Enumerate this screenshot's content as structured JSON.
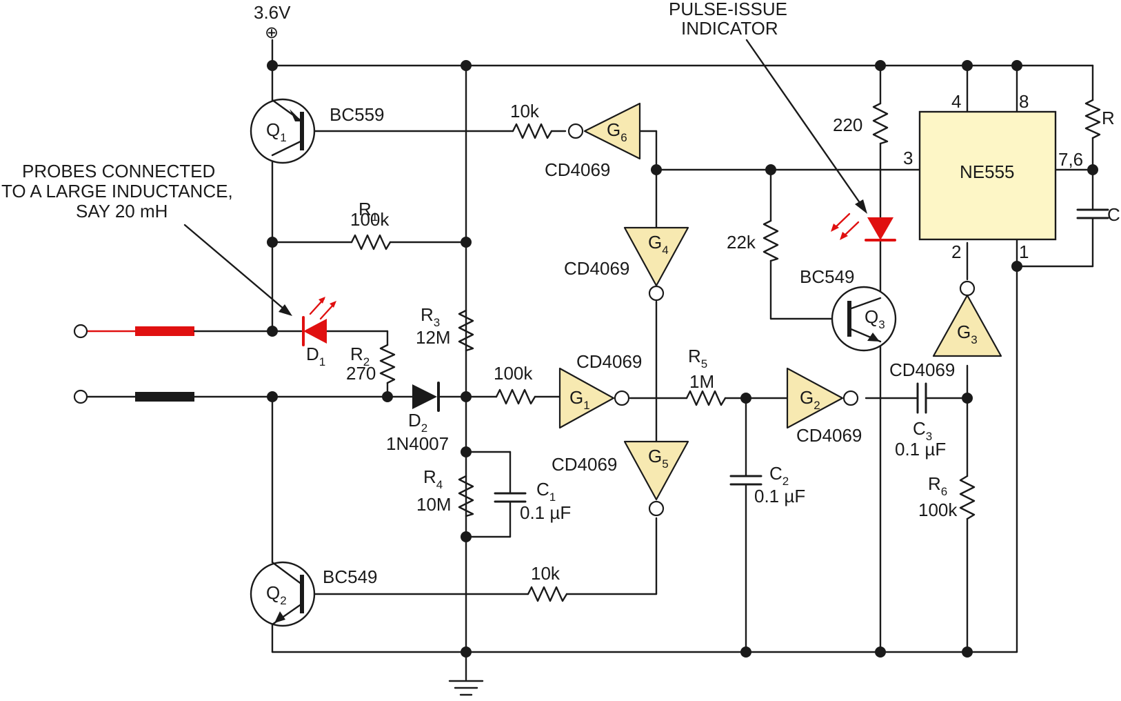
{
  "supply": {
    "voltage": "3.6V",
    "symbol": "⊕"
  },
  "labels": {
    "pulse_issue": "PULSE-ISSUE",
    "indicator": "INDICATOR",
    "probes_line1": "PROBES CONNECTED",
    "probes_line2": "TO A LARGE INDUCTANCE,",
    "probes_line3": "SAY 20 mH"
  },
  "transistors": {
    "q1": {
      "letter": "Q",
      "sub": "1",
      "type": "BC559"
    },
    "q2": {
      "letter": "Q",
      "sub": "2",
      "type": "BC549"
    },
    "q3": {
      "letter": "Q",
      "sub": "3",
      "type": "BC549"
    }
  },
  "gates": {
    "g1": {
      "letter": "G",
      "sub": "1",
      "part": "CD4069"
    },
    "g2": {
      "letter": "G",
      "sub": "2",
      "part": "CD4069"
    },
    "g3": {
      "letter": "G",
      "sub": "3",
      "part": "CD4069"
    },
    "g4": {
      "letter": "G",
      "sub": "4",
      "part": "CD4069"
    },
    "g5": {
      "letter": "G",
      "sub": "5",
      "part": "CD4069"
    },
    "g6": {
      "letter": "G",
      "sub": "6",
      "part": "CD4069"
    }
  },
  "resistors": {
    "r1": {
      "letter": "R",
      "sub": "1",
      "value": "100k"
    },
    "r2": {
      "letter": "R",
      "sub": "2",
      "value": "270"
    },
    "r3": {
      "letter": "R",
      "sub": "3",
      "value": "12M"
    },
    "r4": {
      "letter": "R",
      "sub": "4",
      "value": "10M"
    },
    "r5": {
      "letter": "R",
      "sub": "5",
      "value": "1M"
    },
    "r6": {
      "letter": "R",
      "sub": "6",
      "value": "100k"
    },
    "r_g6": {
      "value": "10k"
    },
    "r_q2": {
      "value": "10k"
    },
    "r_g1": {
      "value": "100k"
    },
    "r_led": {
      "value": "220"
    },
    "r_q3": {
      "value": "22k"
    },
    "r_timer": {
      "letter": "R"
    }
  },
  "capacitors": {
    "c1": {
      "letter": "C",
      "sub": "1",
      "value": "0.1 µF"
    },
    "c2": {
      "letter": "C",
      "sub": "2",
      "value": "0.1 µF"
    },
    "c3": {
      "letter": "C",
      "sub": "3",
      "value": "0.1 µF"
    },
    "c_timer": {
      "letter": "C"
    }
  },
  "diodes": {
    "d1": {
      "letter": "D",
      "sub": "1"
    },
    "d2": {
      "letter": "D",
      "sub": "2",
      "part": "1N4007"
    }
  },
  "ic": {
    "name": "NE555",
    "pins": {
      "p4": "4",
      "p8": "8",
      "p3": "3",
      "p76": "7,6",
      "p2": "2",
      "p1": "1"
    }
  },
  "colors": {
    "gate_fill": "#f7e9b1",
    "ic_fill": "#fdf6c6",
    "led": "#e01010",
    "wire": "#1a1a1a"
  }
}
